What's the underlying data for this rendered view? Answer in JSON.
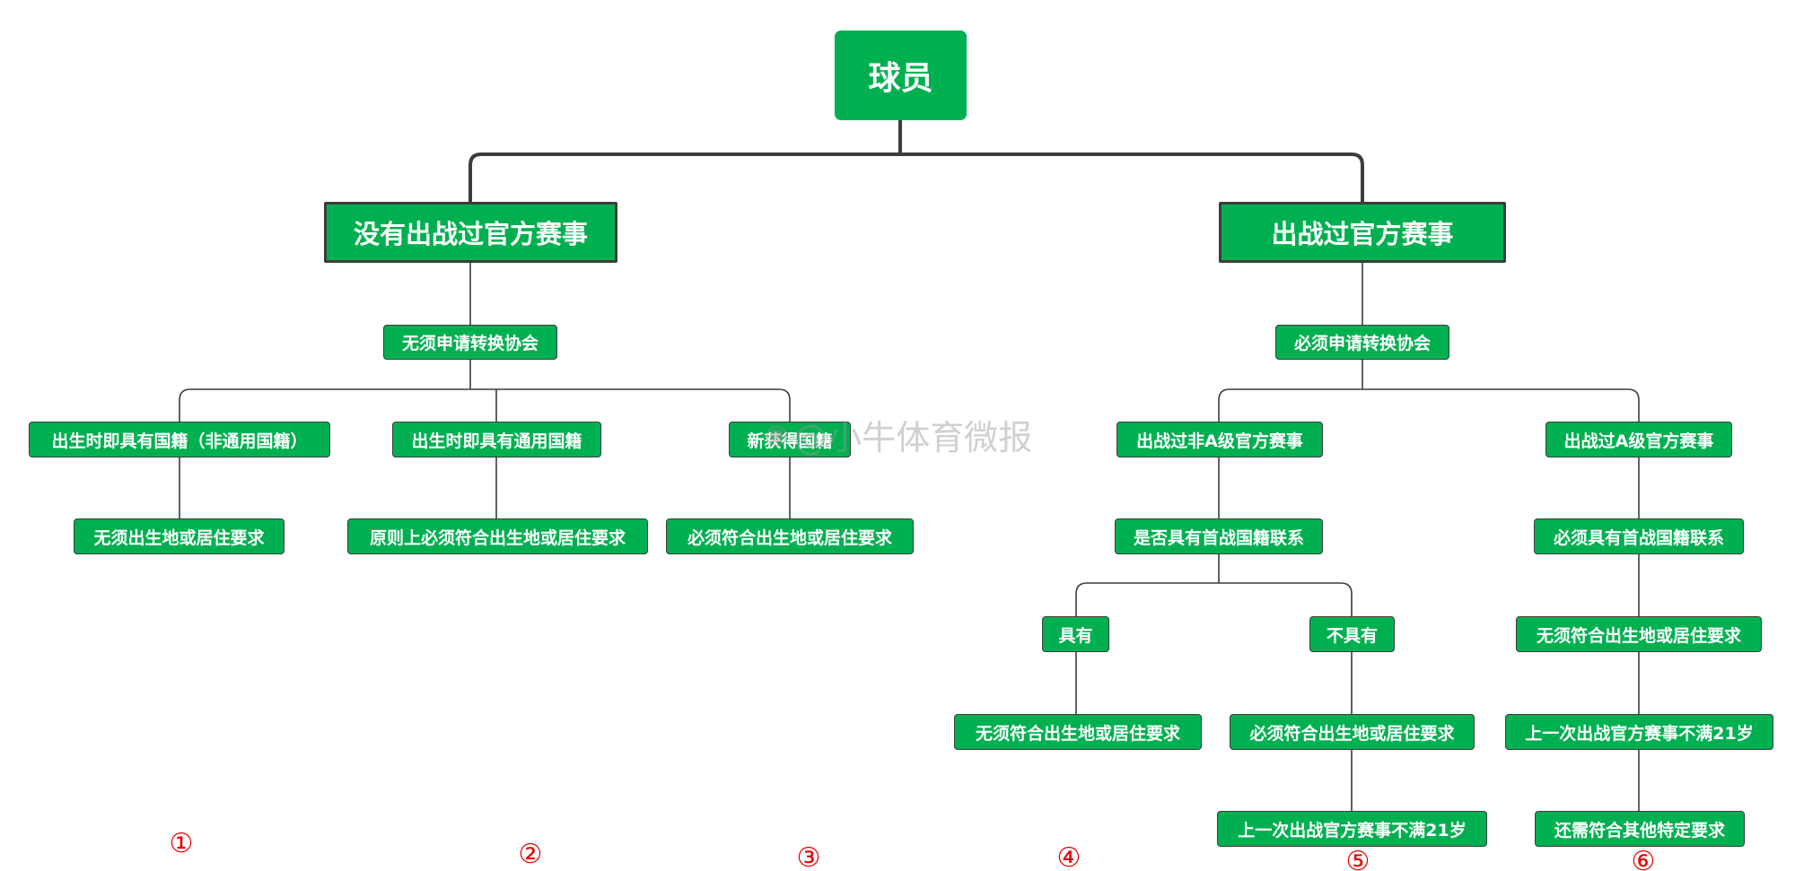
{
  "nodes": {
    "root": "球员",
    "no_official": "没有出战过官方赛事",
    "official": "出战过官方赛事",
    "no_apply": "无须申请转换协会",
    "must_apply": "必须申请转换协会",
    "birth_non_common": "出生时即具有国籍（非通用国籍）",
    "birth_common": "出生时即具有通用国籍",
    "newly_acquired": "新获得国籍",
    "no_birth_req_1": "无须出生地或居住要求",
    "principle_birth_req": "原则上必须符合出生地或居住要求",
    "must_birth_req_3": "必须符合出生地或居住要求",
    "non_a_level": "出战过非A级官方赛事",
    "a_level": "出战过A级官方赛事",
    "first_tie_question": "是否具有首战国籍联系",
    "must_first_tie": "必须具有首战国籍联系",
    "has": "具有",
    "has_not": "不具有",
    "no_birth_req_4": "无须符合出生地或居住要求",
    "must_birth_req_5": "必须符合出生地或居住要求",
    "under21_5": "上一次出战官方赛事不满21岁",
    "no_birth_req_6": "无须符合出生地或居住要求",
    "under21_6": "上一次出战官方赛事不满21岁",
    "other_req_6": "还需符合其他特定要求"
  },
  "markers": [
    "①",
    "②",
    "③",
    "④",
    "⑤",
    "⑥"
  ],
  "watermark": "@小牛体育微报",
  "colors": {
    "node_fill": "#00b050",
    "node_text": "#ffffff",
    "connector": "#3c3c3c",
    "marker": "#e30000"
  }
}
